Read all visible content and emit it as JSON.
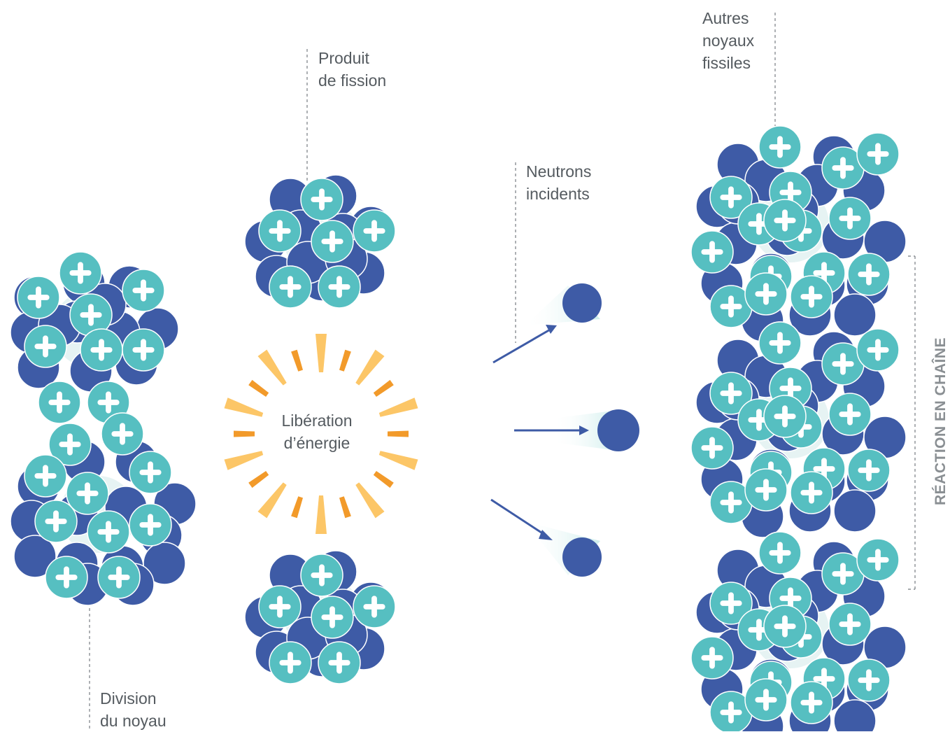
{
  "labels": {
    "fission_product_1": "Produit",
    "fission_product_2": "de fission",
    "incident_neutrons_1": "Neutrons",
    "incident_neutrons_2": "incidents",
    "other_nuclei_1": "Autres",
    "other_nuclei_2": "noyaux",
    "other_nuclei_3": "fissiles",
    "energy_release_1": "Libération",
    "energy_release_2": "d’énergie",
    "nucleus_split_1": "Division",
    "nucleus_split_2": "du noyau",
    "chain_reaction": "RÉACTION EN CHAÎNE"
  },
  "colors": {
    "neutron": "#3e5ba6",
    "proton": "#56bfc1",
    "plus": "#ffffff",
    "label": "#555b60",
    "leader": "#8a8f93",
    "ray_light": "#fcc667",
    "ray_dark": "#f29a2a",
    "arrow": "#3e5ba6",
    "trail": "#cdeeee"
  },
  "icons": {
    "proton": "plus-circle-icon",
    "neutron": "circle-icon"
  }
}
